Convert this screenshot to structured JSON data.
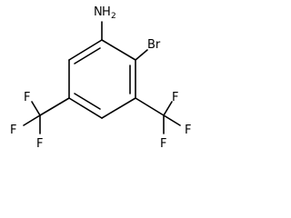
{
  "molecule": {
    "atom_labels": {
      "amine_n": "N",
      "amine_h": "H",
      "amine_h_count": "2",
      "bromine": "Br",
      "fluorine": "F"
    }
  }
}
